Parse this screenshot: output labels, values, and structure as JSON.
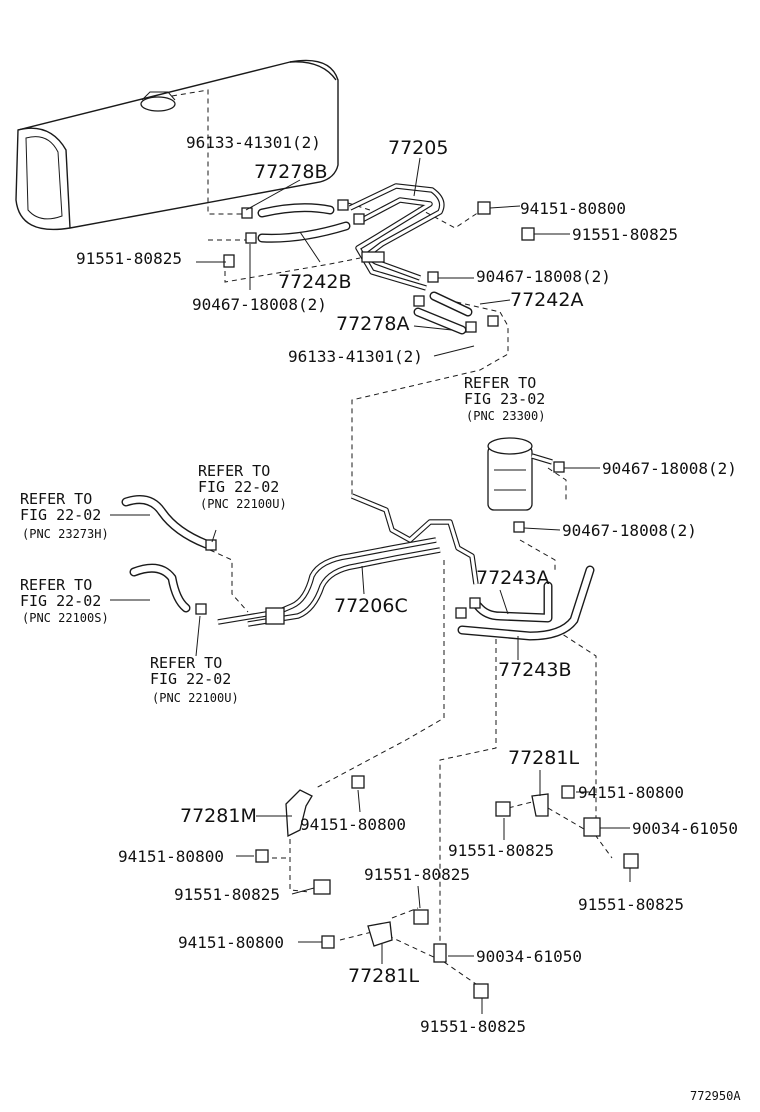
{
  "diagram_id": "772950A",
  "labels": {
    "p96133_top": "96133-41301(2)",
    "p77278B": "77278B",
    "p77205": "77205",
    "p94151_a": "94151-80800",
    "p91551_a": "91551-80825",
    "p91551_left": "91551-80825",
    "p77242B": "77242B",
    "p90467_a": "90467-18008(2)",
    "p90467_b": "90467-18008(2)",
    "p77242A": "77242A",
    "p77278A": "77278A",
    "p96133_bot": "96133-41301(2)",
    "p90467_c": "90467-18008(2)",
    "p90467_d": "90467-18008(2)",
    "p77206C": "77206C",
    "p77243A": "77243A",
    "p77243B": "77243B",
    "p77281L_a": "77281L",
    "p94151_b": "94151-80800",
    "p77281M": "77281M",
    "p94151_c": "94151-80800",
    "p94151_d": "94151-80800",
    "p90034_a": "90034-61050",
    "p91551_b": "91551-80825",
    "p91551_c": "91551-80825",
    "p91551_d": "91551-80825",
    "p91551_e": "91551-80825",
    "p91551_f": "91551-80825",
    "p94151_e": "94151-80800",
    "p90034_b": "90034-61050",
    "p77281L_b": "77281L"
  },
  "refs": {
    "r23": [
      "REFER TO",
      "FIG 23-02",
      "(PNC 23300)"
    ],
    "r22_top": [
      "REFER TO",
      "FIG 22-02",
      "(PNC 22100U)"
    ],
    "r22_left1": [
      "REFER TO",
      "FIG 22-02",
      "(PNC 23273H)"
    ],
    "r22_left2": [
      "REFER TO",
      "FIG 22-02",
      "(PNC 22100S)"
    ],
    "r22_bottom": [
      "REFER TO",
      "FIG 22-02",
      "(PNC 22100U)"
    ]
  }
}
